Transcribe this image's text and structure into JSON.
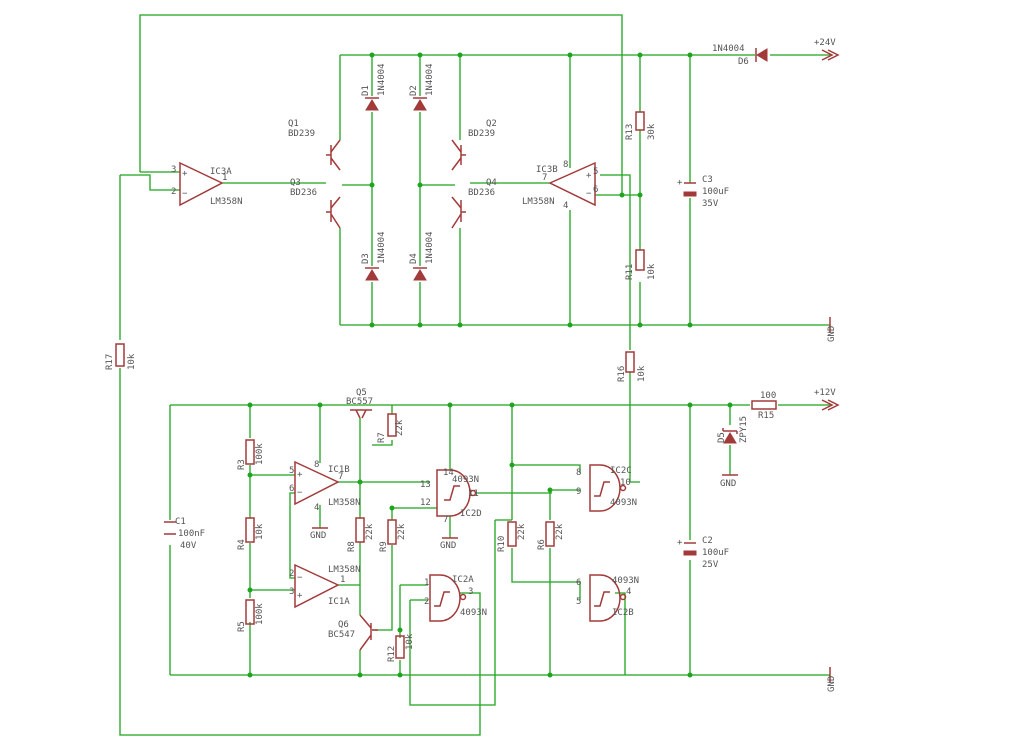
{
  "rails": {
    "v24": "+24V",
    "v12": "+12V",
    "gnd_top": "GND",
    "gnd_bottom": "GND",
    "gnd_d5": "GND",
    "gnd_ic1": "GND",
    "gnd_ic2": "GND"
  },
  "transistors": {
    "q1": {
      "name": "Q1",
      "value": "BD239"
    },
    "q2": {
      "name": "Q2",
      "value": "BD239"
    },
    "q3": {
      "name": "Q3",
      "value": "BD236"
    },
    "q4": {
      "name": "Q4",
      "value": "BD236"
    },
    "q5": {
      "name": "Q5",
      "value": "BC557"
    },
    "q6": {
      "name": "Q6",
      "value": "BC547"
    }
  },
  "diodes": {
    "d1": {
      "name": "D1",
      "value": "1N4004"
    },
    "d2": {
      "name": "D2",
      "value": "1N4004"
    },
    "d3": {
      "name": "D3",
      "value": "1N4004"
    },
    "d4": {
      "name": "D4",
      "value": "1N4004"
    },
    "d5": {
      "name": "D5",
      "value": "ZPY15"
    },
    "d6": {
      "name": "D6",
      "value": "1N4004"
    }
  },
  "opamps": {
    "ic3a": {
      "name": "IC3A",
      "value": "LM358N",
      "pins": [
        "3",
        "2",
        "1"
      ]
    },
    "ic3b": {
      "name": "IC3B",
      "value": "LM358N",
      "pins": [
        "8",
        "7",
        "5",
        "6",
        "4"
      ]
    },
    "ic1b": {
      "name": "IC1B",
      "value": "LM358N",
      "pins": [
        "8",
        "7",
        "5",
        "6",
        "4"
      ]
    },
    "ic1a": {
      "name": "IC1A",
      "value": "LM358N",
      "pins": [
        "2",
        "3",
        "1"
      ]
    }
  },
  "gates": {
    "ic2d": {
      "name": "IC2D",
      "value": "4093N",
      "pins": [
        "14",
        "13",
        "12",
        "11",
        "7"
      ]
    },
    "ic2c": {
      "name": "IC2C",
      "value": "4093N",
      "pins": [
        "8",
        "9",
        "10"
      ]
    },
    "ic2a": {
      "name": "IC2A",
      "value": "4093N",
      "pins": [
        "1",
        "2",
        "3"
      ]
    },
    "ic2b": {
      "name": "IC2B",
      "value": "4093N",
      "pins": [
        "6",
        "5",
        "4"
      ]
    }
  },
  "resistors": {
    "r3": {
      "name": "R3",
      "value": "100k"
    },
    "r4": {
      "name": "R4",
      "value": "10k"
    },
    "r5": {
      "name": "R5",
      "value": "100k"
    },
    "r6": {
      "name": "R6",
      "value": "22k"
    },
    "r7": {
      "name": "R7",
      "value": "22k"
    },
    "r8": {
      "name": "R8",
      "value": "22k"
    },
    "r9": {
      "name": "R9",
      "value": "22k"
    },
    "r10": {
      "name": "R10",
      "value": "22k"
    },
    "r11": {
      "name": "R11",
      "value": "10k"
    },
    "r12": {
      "name": "R12",
      "value": "10k"
    },
    "r13": {
      "name": "R13",
      "value": "30k"
    },
    "r15": {
      "name": "R15",
      "value": "100"
    },
    "r16": {
      "name": "R16",
      "value": "10k"
    },
    "r17": {
      "name": "R17",
      "value": "10k"
    }
  },
  "capacitors": {
    "c1": {
      "name": "C1",
      "value": "100nF",
      "voltage": "40V"
    },
    "c2": {
      "name": "C2",
      "value": "100uF",
      "voltage": "25V"
    },
    "c3": {
      "name": "C3",
      "value": "100uF",
      "voltage": "35V"
    }
  }
}
